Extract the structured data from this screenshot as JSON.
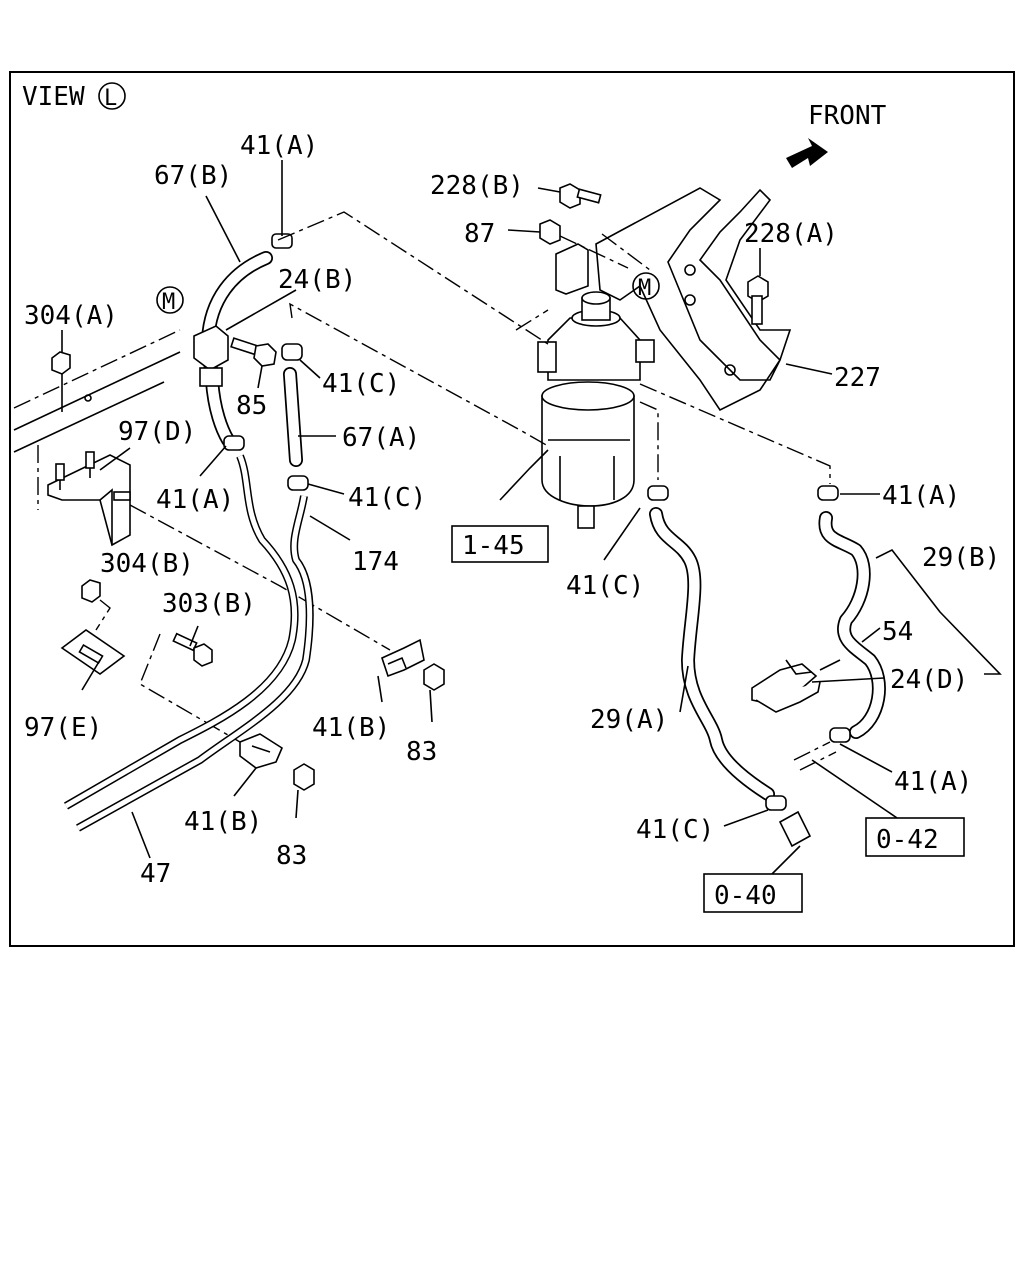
{
  "view": {
    "prefix": "VIEW",
    "letter": "L"
  },
  "direction": {
    "label": "FRONT"
  },
  "marker": {
    "letter": "M"
  },
  "callouts": {
    "p41a_top": "41(A)",
    "p67b": "67(B)",
    "p24b": "24(B)",
    "p304a": "304(A)",
    "p85": "85",
    "p41c_1": "41(C)",
    "p67a": "67(A)",
    "p97d": "97(D)",
    "p41a_left": "41(A)",
    "p41c_2": "41(C)",
    "p174": "174",
    "p304b": "304(B)",
    "p303b": "303(B)",
    "p97e": "97(E)",
    "p41b_1": "41(B)",
    "p83_1": "83",
    "p41b_2": "41(B)",
    "p83_2": "83",
    "p47": "47",
    "p228b": "228(B)",
    "p87": "87",
    "p228a": "228(A)",
    "p227": "227",
    "p41a_right": "41(A)",
    "p29b": "29(B)",
    "p54": "54",
    "p24d": "24(D)",
    "p41c_3": "41(C)",
    "p29a": "29(A)",
    "p41a_bottom": "41(A)",
    "p41c_4": "41(C)"
  },
  "references": {
    "ref_1_45": "1-45",
    "ref_0_42": "0-42",
    "ref_0_40": "0-40"
  }
}
